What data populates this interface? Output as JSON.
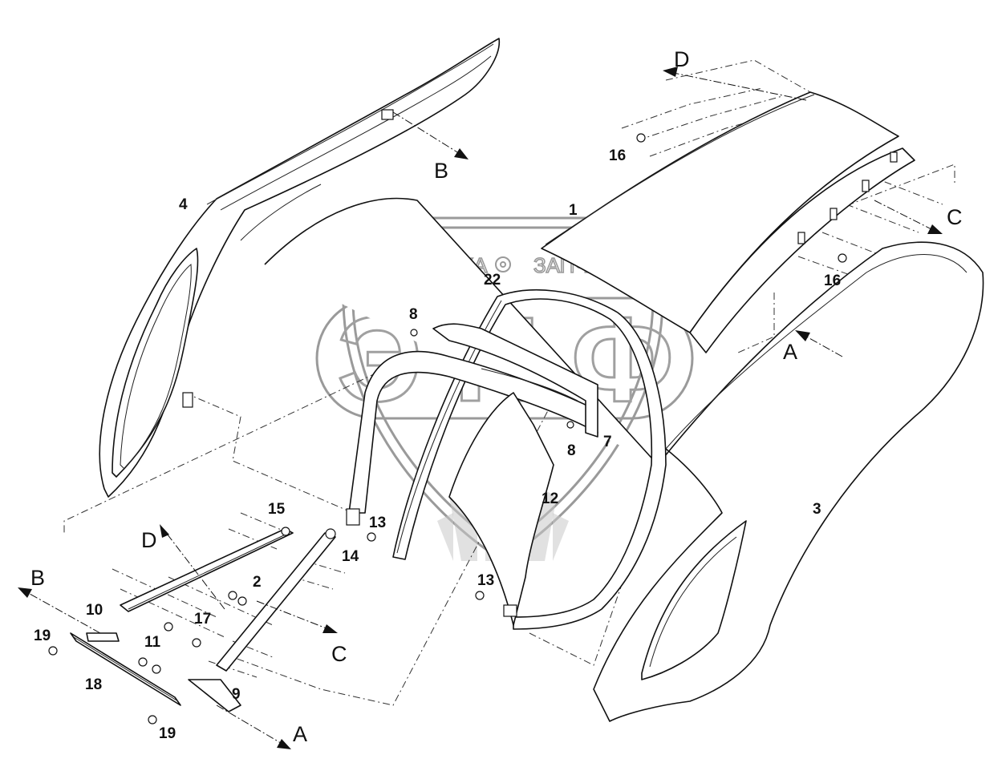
{
  "watermark": {
    "left_word": "ТЕХНИКА",
    "right_word": "ЗАПЧАСТИ",
    "logo_letters": "ЭПФ"
  },
  "callouts": [
    "1",
    "2",
    "3",
    "4",
    "7",
    "8",
    "8",
    "9",
    "10",
    "11",
    "12",
    "13",
    "13",
    "14",
    "15",
    "16",
    "16",
    "17",
    "18",
    "19",
    "19",
    "22"
  ],
  "view_labels": [
    "A",
    "A",
    "B",
    "B",
    "C",
    "C",
    "D",
    "D"
  ],
  "colors": {
    "line": "#111111",
    "watermark": "#9a9a9a",
    "background": "#ffffff"
  }
}
